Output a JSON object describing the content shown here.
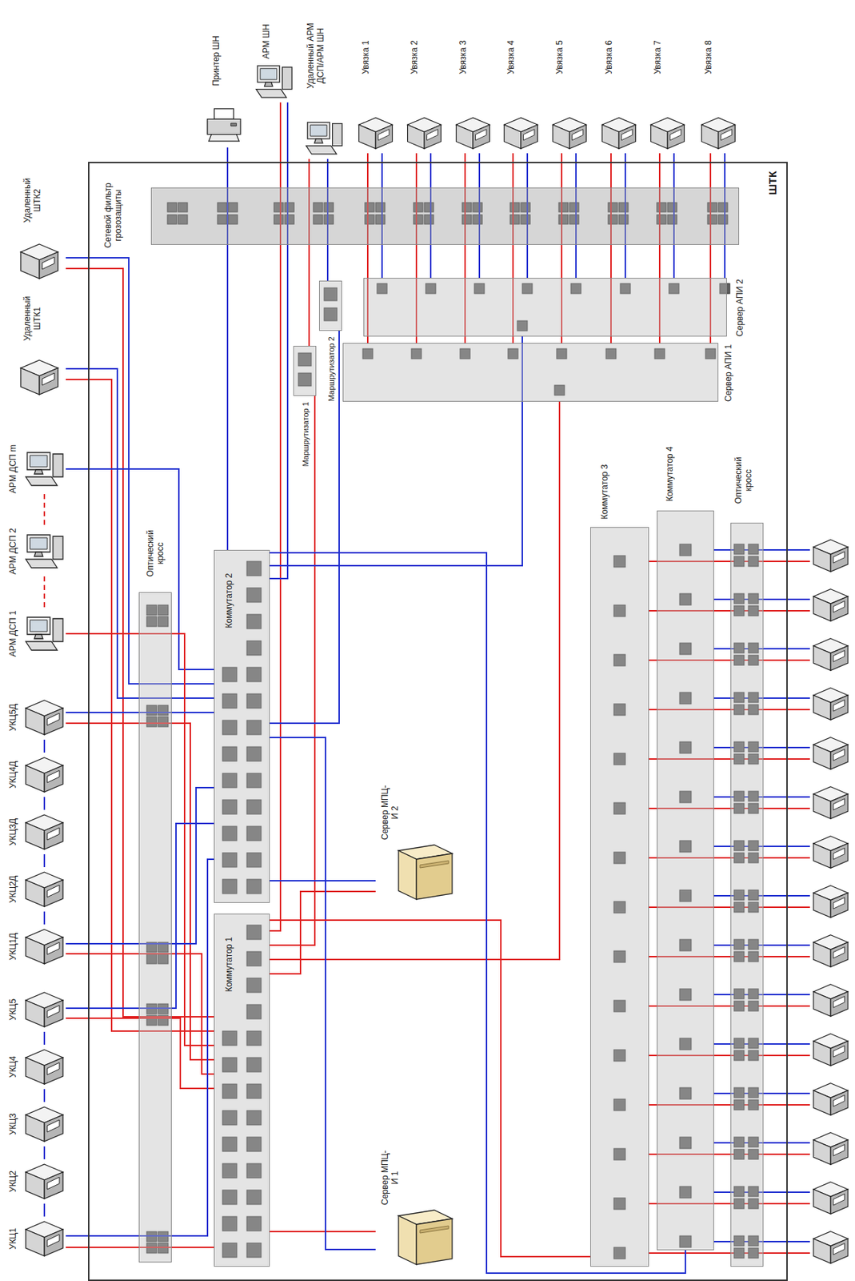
{
  "diagram": {
    "nodes": [
      {
        "text": [
          "ШТК"
        ]
      },
      {
        "text": [
          "Сетевой фильтр грозозащиты"
        ],
        "in": 0
      },
      {
        "text": [
          "Удаленный ШТК2"
        ]
      },
      {
        "text": [
          "Удаленный ШТК1"
        ]
      },
      {
        "text": [
          "АРМ ДСП m"
        ]
      },
      {
        "text": [
          "АРМ ДСП 2"
        ]
      },
      {
        "text": [
          "АРМ ДСП 1"
        ]
      },
      {
        "text": [
          "УКЦ5Д"
        ]
      },
      {
        "text": [
          "УКЦ4Д"
        ]
      },
      {
        "text": [
          "УКЦ3Д"
        ]
      },
      {
        "text": [
          "УКЦ2Д"
        ]
      },
      {
        "text": [
          "УКЦ1Д"
        ]
      },
      {
        "text": [
          "УКЦ5"
        ]
      },
      {
        "text": [
          "УКЦ4"
        ]
      },
      {
        "text": [
          "УКЦ3"
        ]
      },
      {
        "text": [
          "УКЦ2"
        ]
      },
      {
        "text": [
          "УКЦ1"
        ]
      },
      {
        "text": [
          "Принтер ШН"
        ]
      },
      {
        "text": [
          "АРМ ШН"
        ]
      },
      {
        "text": [
          "Удаленный АРМ ДСП/АРМ ШН"
        ]
      },
      {
        "text": [
          "Увязка 1"
        ]
      },
      {
        "text": [
          "Увязка 2"
        ]
      },
      {
        "text": [
          "Увязка 3"
        ]
      },
      {
        "text": [
          "Увязка 4"
        ]
      },
      {
        "text": [
          "Увязка 5"
        ]
      },
      {
        "text": [
          "Увязка 6"
        ]
      },
      {
        "text": [
          "Увязка 7"
        ]
      },
      {
        "text": [
          "Увязка 8"
        ]
      },
      {
        "text": [
          "Маршрутизатор 2"
        ],
        "in": 0
      },
      {
        "text": [
          "Маршрутизатор 1"
        ],
        "in": 0
      },
      {
        "text": [
          "Сервер АПИ 2"
        ],
        "in": 0
      },
      {
        "text": [
          "Сервер АПИ 1"
        ],
        "in": 0
      },
      {
        "text": [
          "Коммутатор 2"
        ],
        "in": 0
      },
      {
        "text": [
          "Коммутатор 1"
        ],
        "in": 0
      },
      {
        "text": [
          "Оптический кросс"
        ],
        "in": 0
      },
      {
        "text": [
          "Сервер МПЦ-И 2"
        ],
        "in": 0
      },
      {
        "text": [
          "Сервер МПЦ-И 1"
        ],
        "in": 0
      },
      {
        "text": [
          "Коммутатор 3"
        ],
        "in": 0
      },
      {
        "text": [
          "Коммутатор 4"
        ],
        "in": 0
      },
      {
        "text": [
          "Оптический кросс"
        ],
        "in": 0
      }
    ],
    "edges": [
      {
        "from": 2,
        "to": 33,
        "arrow": "none"
      },
      {
        "from": 2,
        "to": 32,
        "arrow": "none"
      },
      {
        "from": 3,
        "to": 33,
        "arrow": "none"
      },
      {
        "from": 3,
        "to": 32,
        "arrow": "none"
      },
      {
        "from": 4,
        "to": 32,
        "arrow": "none"
      },
      {
        "from": 4,
        "to": 5,
        "arrow": "none"
      },
      {
        "from": 5,
        "to": 6,
        "arrow": "none"
      },
      {
        "from": 6,
        "to": 33,
        "arrow": "none"
      },
      {
        "from": 7,
        "to": 33,
        "arrow": "none"
      },
      {
        "from": 7,
        "to": 32,
        "arrow": "none"
      },
      {
        "from": 7,
        "to": 8,
        "arrow": "none"
      },
      {
        "from": 8,
        "to": 9,
        "arrow": "none"
      },
      {
        "from": 9,
        "to": 10,
        "arrow": "none"
      },
      {
        "from": 10,
        "to": 11,
        "arrow": "none"
      },
      {
        "from": 11,
        "to": 33,
        "arrow": "none"
      },
      {
        "from": 11,
        "to": 32,
        "arrow": "none"
      },
      {
        "from": 12,
        "to": 33,
        "arrow": "none"
      },
      {
        "from": 12,
        "to": 32,
        "arrow": "none"
      },
      {
        "from": 12,
        "to": 13,
        "arrow": "none"
      },
      {
        "from": 13,
        "to": 14,
        "arrow": "none"
      },
      {
        "from": 14,
        "to": 15,
        "arrow": "none"
      },
      {
        "from": 15,
        "to": 16,
        "arrow": "none"
      },
      {
        "from": 16,
        "to": 33,
        "arrow": "none"
      },
      {
        "from": 16,
        "to": 32,
        "arrow": "none"
      },
      {
        "from": 17,
        "to": 32,
        "arrow": "none"
      },
      {
        "from": 18,
        "to": 33,
        "arrow": "none"
      },
      {
        "from": 18,
        "to": 32,
        "arrow": "none"
      },
      {
        "from": 19,
        "to": 29,
        "arrow": "none"
      },
      {
        "from": 19,
        "to": 28,
        "arrow": "none"
      },
      {
        "from": 29,
        "to": 33,
        "arrow": "none"
      },
      {
        "from": 28,
        "to": 32,
        "arrow": "none"
      },
      {
        "from": 20,
        "to": 31,
        "arrow": "none"
      },
      {
        "from": 20,
        "to": 30,
        "arrow": "none"
      },
      {
        "from": 21,
        "to": 31,
        "arrow": "none"
      },
      {
        "from": 21,
        "to": 30,
        "arrow": "none"
      },
      {
        "from": 22,
        "to": 31,
        "arrow": "none"
      },
      {
        "from": 22,
        "to": 30,
        "arrow": "none"
      },
      {
        "from": 23,
        "to": 31,
        "arrow": "none"
      },
      {
        "from": 23,
        "to": 30,
        "arrow": "none"
      },
      {
        "from": 24,
        "to": 31,
        "arrow": "none"
      },
      {
        "from": 24,
        "to": 30,
        "arrow": "none"
      },
      {
        "from": 25,
        "to": 31,
        "arrow": "none"
      },
      {
        "from": 25,
        "to": 30,
        "arrow": "none"
      },
      {
        "from": 26,
        "to": 31,
        "arrow": "none"
      },
      {
        "from": 26,
        "to": 30,
        "arrow": "none"
      },
      {
        "from": 27,
        "to": 31,
        "arrow": "none"
      },
      {
        "from": 27,
        "to": 30,
        "arrow": "none"
      },
      {
        "from": 30,
        "to": 32,
        "arrow": "none"
      },
      {
        "from": 31,
        "to": 33,
        "arrow": "none"
      },
      {
        "from": 35,
        "to": 32,
        "arrow": "none"
      },
      {
        "from": 35,
        "to": 33,
        "arrow": "none"
      },
      {
        "from": 36,
        "to": 33,
        "arrow": "none"
      },
      {
        "from": 36,
        "to": 32,
        "arrow": "none"
      },
      {
        "from": 33,
        "to": 37,
        "arrow": "none"
      },
      {
        "from": 32,
        "to": 38,
        "arrow": "none"
      }
    ]
  }
}
